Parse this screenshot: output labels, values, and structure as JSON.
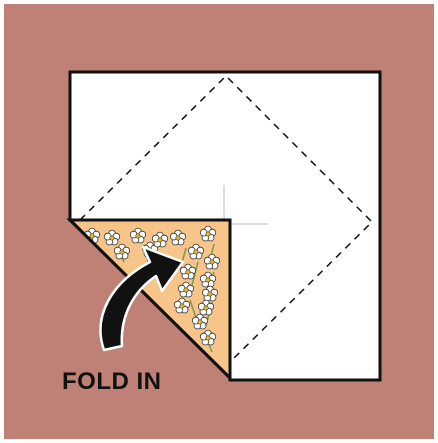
{
  "instruction_label": "FOLD IN",
  "colors": {
    "background": "#bf8075",
    "paper": "#ffffff",
    "paper_back": "#f7c48a",
    "outline": "#111111",
    "arrow": "#111111",
    "flower_petal": "#ffffff",
    "flower_center": "#e6b81e",
    "stem": "#7a9a4a"
  },
  "icons": {
    "arrow": "curved-fold-arrow",
    "pattern": "flower-pattern"
  }
}
